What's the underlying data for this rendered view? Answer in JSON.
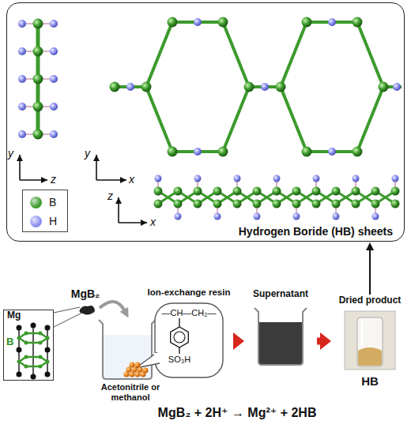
{
  "diagram": {
    "nodes": [
      {
        "text": [
          "Hydrogen Boride (HB) sheets"
        ]
      },
      {
        "text": [
          "Mg",
          "B"
        ]
      },
      {
        "text": [
          "Acetonitrile or methanol"
        ]
      },
      {
        "text": [
          "Ion-exchange resin"
        ],
        "in": 2
      },
      {
        "text": [
          "Supernatant"
        ]
      },
      {
        "text": [
          "Dried product",
          "HB"
        ]
      }
    ],
    "edges": [
      {
        "from": 2,
        "to": 4,
        "arrow": "to"
      },
      {
        "from": 4,
        "to": 5,
        "arrow": "to"
      },
      {
        "from": 5,
        "to": 0,
        "arrow": "to"
      }
    ],
    "labels": [
      "y",
      "z",
      "y",
      "x",
      "z",
      "x",
      "MgB₂",
      "—CH—CH₂—",
      "SO₃H",
      "MgB₂ + 2H⁺ → Mg²⁺ + 2HB"
    ],
    "legend": [
      {
        "text": "B",
        "color": "#3c9a2c"
      },
      {
        "text": "H",
        "color": "#8a8ff0"
      }
    ]
  }
}
